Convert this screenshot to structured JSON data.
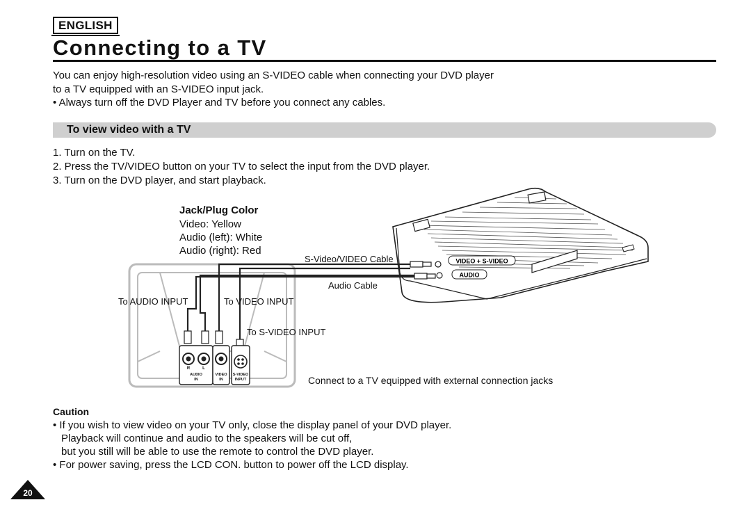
{
  "header": {
    "language": "ENGLISH",
    "title": "Connecting to a TV"
  },
  "intro": {
    "line1": "You can enjoy high-resolution video using an S-VIDEO cable when connecting your DVD player",
    "line2": "to a TV equipped with an S-VIDEO input jack.",
    "bullet": "• Always turn off the DVD Player and TV before you connect any cables."
  },
  "section": {
    "title": "To view video with a TV",
    "steps": [
      "1. Turn on the TV.",
      "2. Press the TV/VIDEO button on your TV to select the input from the DVD player.",
      "3. Turn on the DVD player, and start playback."
    ]
  },
  "jack_plug": {
    "heading": "Jack/Plug Color",
    "video": "Video: Yellow",
    "audio_left": "Audio (left): White",
    "audio_right": "Audio (right): Red"
  },
  "diagram": {
    "svideo_cable": "S-Video/VIDEO Cable",
    "audio_cable": "Audio Cable",
    "to_audio_input": "To AUDIO INPUT",
    "to_video_input": "To VIDEO INPUT",
    "to_svideo_input": "To S-VIDEO INPUT",
    "player_label_video": "VIDEO + S-VIDEO",
    "player_label_audio": "AUDIO",
    "panel_r": "R",
    "panel_l": "L",
    "panel_audio": "AUDIO",
    "panel_audio_in": "IN",
    "panel_video": "VIDEO",
    "panel_video_in": "IN",
    "panel_svideo": "S-VIDEO",
    "panel_svideo_input": "INPUT",
    "caption": "Connect to a TV equipped with external connection jacks"
  },
  "caution": {
    "heading": "Caution",
    "bullet1_line1": "• If you wish to view video on your TV only, close the display panel of your DVD player.",
    "bullet1_line2": "Playback will continue and audio to the speakers will be cut off,",
    "bullet1_line3": "but you still will be able to use the remote to control the DVD player.",
    "bullet2": "• For power saving, press the LCD CON. button to power off the LCD display."
  },
  "page_number": "20"
}
